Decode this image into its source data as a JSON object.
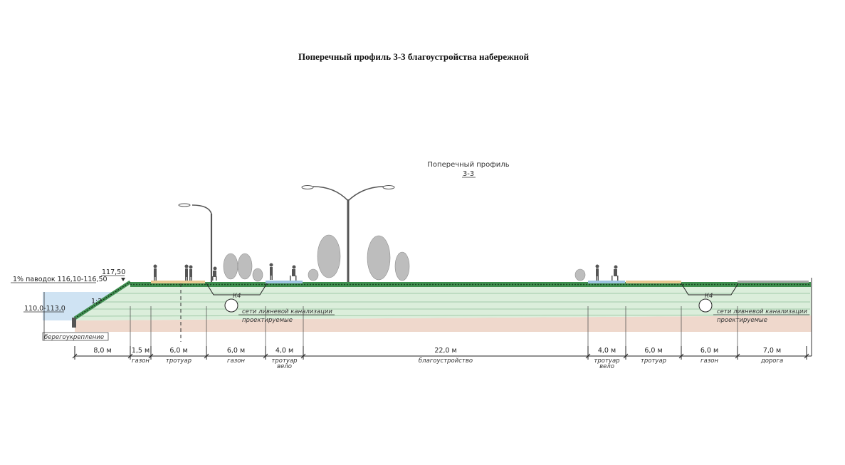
{
  "title": "Поперечный профиль 3-3 благоустройства набережной",
  "profile_label": {
    "line1": "Поперечный профиль",
    "line2": "3-3"
  },
  "levels": {
    "flood": "1% паводок 116,10-116,50",
    "top": "117,50",
    "water": "110,0-113,0",
    "slope": "1:2"
  },
  "bank_label": "берегоукрепление",
  "sewer_label": {
    "line1": "сети ливневой канализации",
    "line2": "проектируемые",
    "manhole": "К4"
  },
  "segments": [
    {
      "width": "8,0 м",
      "name": ""
    },
    {
      "width": "1,5 м",
      "name": "газон"
    },
    {
      "width": "6,0 м",
      "name": "тротуар"
    },
    {
      "width": "6,0 м",
      "name": "газон"
    },
    {
      "width": "4,0 м",
      "name": "тротуар вело"
    },
    {
      "width": "22,0 м",
      "name": "благоустройство"
    },
    {
      "width": "4,0 м",
      "name": "тротуар вело"
    },
    {
      "width": "6,0 м",
      "name": "тротуар"
    },
    {
      "width": "6,0 м",
      "name": "газон"
    },
    {
      "width": "7,0 м",
      "name": "дорога"
    }
  ],
  "colors": {
    "water": "#cfe3f3",
    "embankment": "#dbeedb",
    "soil": "#efd8cc",
    "grass": "#3f8f4f",
    "tree": "#bdbdbd",
    "sidewalk": "#e8c891",
    "bikepath": "#9ec3e0"
  }
}
